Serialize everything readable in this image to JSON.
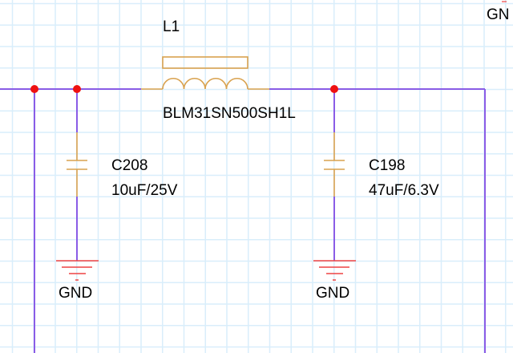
{
  "schematic": {
    "colors": {
      "background": "#ffffff",
      "grid": "#d9eefb",
      "wire": "#8a5ce6",
      "component": "#d9a24f",
      "junction": "#ee1111",
      "ground": "#ee4444",
      "text": "#000000"
    },
    "inductor": {
      "ref": "L1",
      "value": "BLM31SN500SH1L"
    },
    "capacitors": [
      {
        "ref": "C208",
        "value": "10uF/25V"
      },
      {
        "ref": "C198",
        "value": "47uF/6.3V"
      }
    ],
    "ground_labels": [
      "GND",
      "GND"
    ],
    "offscreen_label": "GN"
  }
}
